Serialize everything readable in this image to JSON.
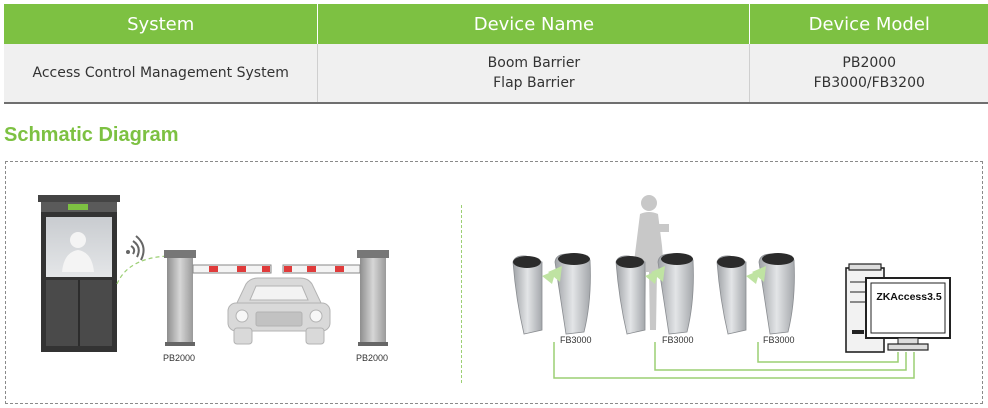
{
  "table": {
    "headers": [
      "System",
      "Device Name",
      "Device Model"
    ],
    "row": {
      "system": "Access Control Management System",
      "device_names": [
        "Boom Barrier",
        "Flap Barrier"
      ],
      "device_models": [
        "PB2000",
        "FB3000/FB3200"
      ]
    }
  },
  "diagram": {
    "title": "Schmatic Diagram",
    "barrier_labels": [
      "PB2000",
      "PB2000"
    ],
    "turnstile_labels": [
      "FB3000",
      "FB3000",
      "FB3000"
    ],
    "software_label": "ZKAccess3.5"
  },
  "colors": {
    "header_green": "#7dc142",
    "row_bg": "#f0f0f0",
    "accent_red": "#e03b3b",
    "cable_green": "#9ccf74"
  }
}
